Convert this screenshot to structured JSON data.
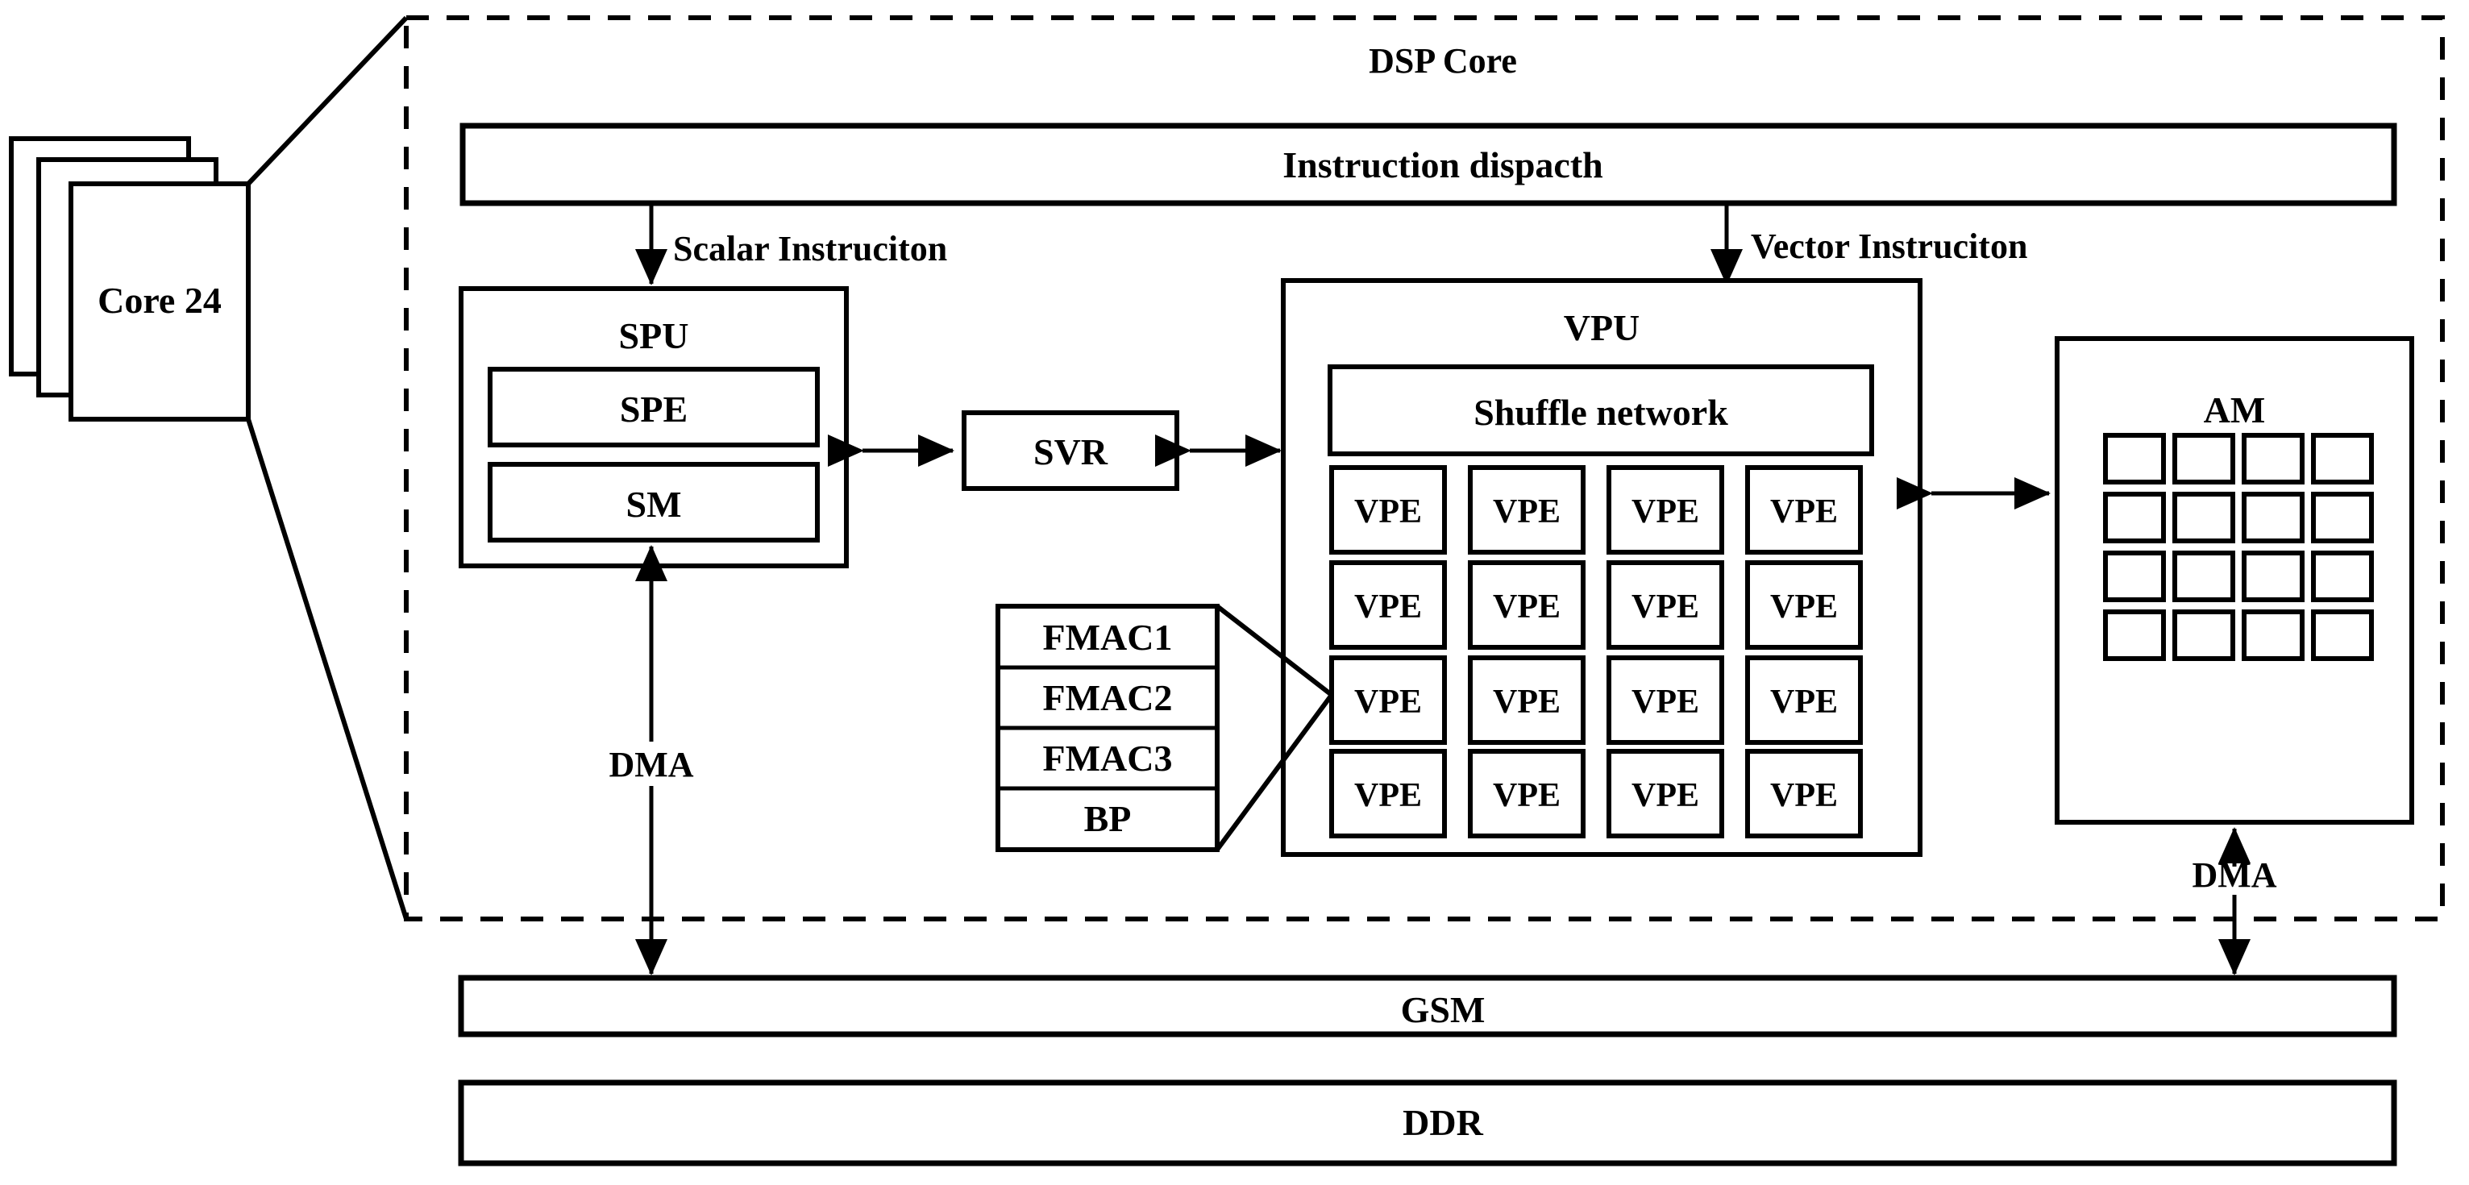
{
  "diagram": {
    "title": "DSP Core",
    "core_stack": {
      "label": "Core 24",
      "layers": 3
    },
    "instruction_dispatch": {
      "label": "Instruction dispacth"
    },
    "arrows": {
      "scalar": "Scalar Instruciton",
      "vector": "Vector Instruciton",
      "dma_left": "DMA",
      "dma_right": "DMA"
    },
    "spu": {
      "label": "SPU",
      "blocks": [
        {
          "label": "SPE"
        },
        {
          "label": "SM"
        }
      ]
    },
    "svr": {
      "label": "SVR"
    },
    "vpu": {
      "label": "VPU",
      "shuffle_network": {
        "label": "Shuffle network"
      },
      "vpe_grid": {
        "rows": 4,
        "cols": 4,
        "cell_label": "VPE",
        "cells": [
          [
            "VPE",
            "VPE",
            "VPE",
            "VPE"
          ],
          [
            "VPE",
            "VPE",
            "VPE",
            "VPE"
          ],
          [
            "VPE",
            "VPE",
            "VPE",
            "VPE"
          ],
          [
            "VPE",
            "VPE",
            "VPE",
            "VPE"
          ]
        ]
      }
    },
    "fmac_unit": {
      "rows": [
        {
          "label": "FMAC1"
        },
        {
          "label": "FMAC2"
        },
        {
          "label": "FMAC3"
        },
        {
          "label": "BP"
        }
      ]
    },
    "am": {
      "label": "AM",
      "grid": {
        "rows": 4,
        "cols": 4
      }
    },
    "memory": [
      {
        "label": "GSM"
      },
      {
        "label": "DDR"
      }
    ],
    "colors": {
      "stroke": "#000000",
      "fill": "#ffffff"
    }
  }
}
